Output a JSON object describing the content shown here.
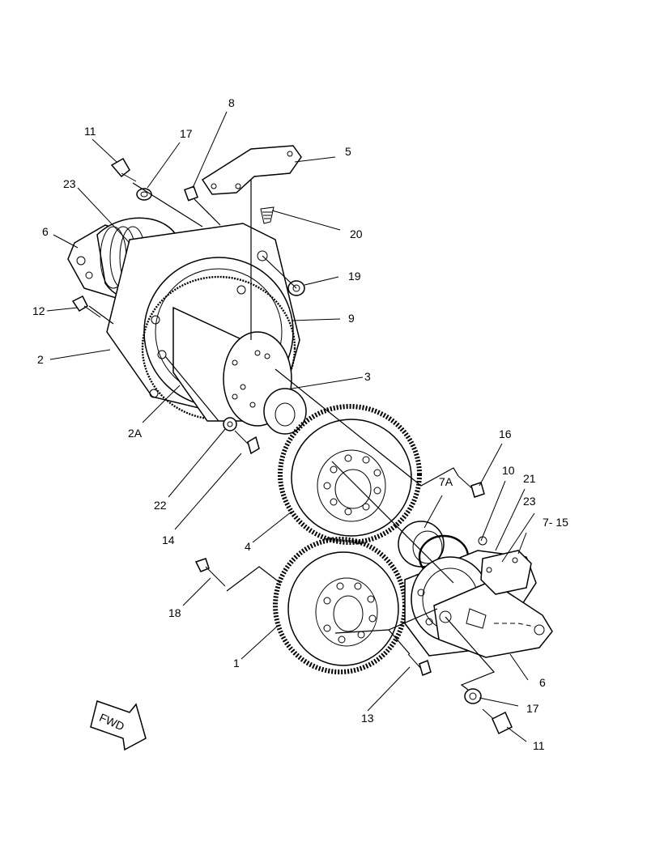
{
  "callouts": {
    "c_8": "8",
    "c_11_top": "11",
    "c_17_top": "17",
    "c_5": "5",
    "c_23_top": "23",
    "c_6_left": "6",
    "c_20": "20",
    "c_19": "19",
    "c_12": "12",
    "c_9": "9",
    "c_2": "2",
    "c_3": "3",
    "c_2a": "2A",
    "c_16": "16",
    "c_10": "10",
    "c_21": "21",
    "c_7a": "7A",
    "c_23_right": "23",
    "c_7_15": "7- 15",
    "c_22": "22",
    "c_14": "14",
    "c_4": "4",
    "c_18": "18",
    "c_1": "1",
    "c_6_right": "6",
    "c_17_bottom": "17",
    "c_13": "13",
    "c_11_bottom": "11"
  },
  "fwd_label": "FWD"
}
